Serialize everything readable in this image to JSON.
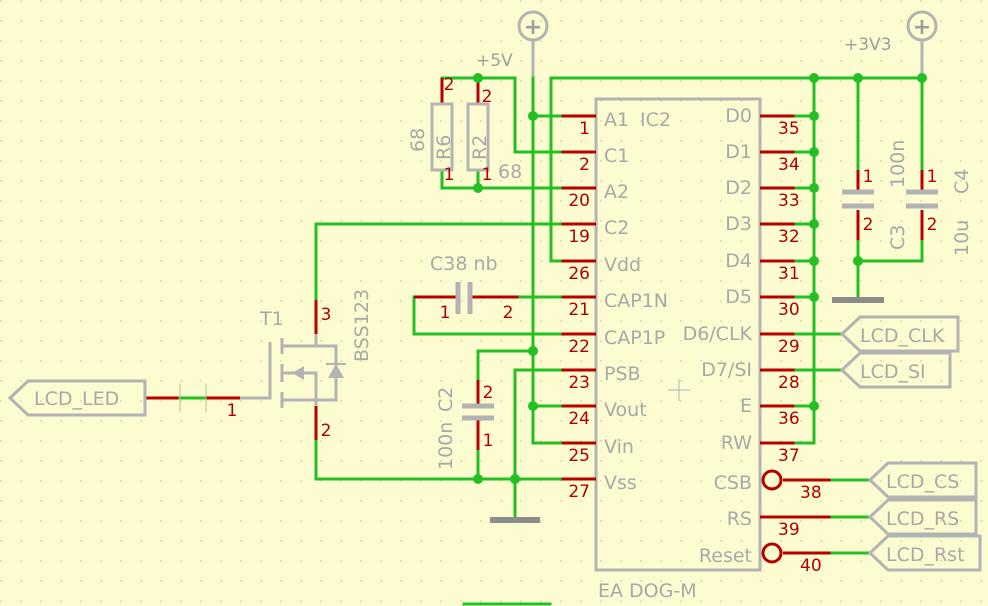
{
  "ic": {
    "ref": "IC2",
    "part": "EA DOG-M",
    "left_pins": [
      {
        "num": "1",
        "name": "A1"
      },
      {
        "num": "2",
        "name": "C1"
      },
      {
        "num": "20",
        "name": "A2"
      },
      {
        "num": "19",
        "name": "C2"
      },
      {
        "num": "26",
        "name": "Vdd"
      },
      {
        "num": "21",
        "name": "CAP1N"
      },
      {
        "num": "22",
        "name": "CAP1P"
      },
      {
        "num": "23",
        "name": "PSB"
      },
      {
        "num": "24",
        "name": "Vout"
      },
      {
        "num": "25",
        "name": "Vin"
      },
      {
        "num": "27",
        "name": "Vss"
      }
    ],
    "right_pins": [
      {
        "num": "35",
        "name": "D0"
      },
      {
        "num": "34",
        "name": "D1"
      },
      {
        "num": "33",
        "name": "D2"
      },
      {
        "num": "32",
        "name": "D3"
      },
      {
        "num": "31",
        "name": "D4"
      },
      {
        "num": "30",
        "name": "D5"
      },
      {
        "num": "29",
        "name": "D6/CLK"
      },
      {
        "num": "28",
        "name": "D7/SI"
      },
      {
        "num": "36",
        "name": "E"
      },
      {
        "num": "37",
        "name": "RW"
      },
      {
        "num": "38",
        "name": "CSB"
      },
      {
        "num": "39",
        "name": "RS"
      },
      {
        "num": "40",
        "name": "Reset"
      }
    ]
  },
  "supplies": {
    "plus5v": "+5V",
    "plus3v3": "+3V3",
    "symbol": "+"
  },
  "resistors": {
    "r6": {
      "ref": "R6",
      "value": "68",
      "pin_top": "2",
      "pin_bottom": "1"
    },
    "r2": {
      "ref": "R2",
      "value": "68",
      "pin_top": "2",
      "pin_bottom": "1"
    }
  },
  "capacitors": {
    "c38": {
      "label": "C38 nb",
      "pin_left": "1",
      "pin_right": "2"
    },
    "c2": {
      "ref": "C2",
      "value": "100n",
      "pin_top": "2",
      "pin_bottom": "1"
    },
    "c3": {
      "ref": "C3",
      "value": "100n",
      "pin_top": "1",
      "pin_bottom": "2"
    },
    "c4": {
      "ref": "C4",
      "value": "10u",
      "pin_top": "1",
      "pin_bottom": "2"
    }
  },
  "transistor": {
    "ref": "T1",
    "part": "BSS123",
    "pin_drain": "3",
    "pin_gate": "1",
    "pin_source": "2"
  },
  "ports": {
    "lcd_led": "LCD_LED",
    "lcd_clk": "LCD_CLK",
    "lcd_si": "LCD_SI",
    "lcd_cs": "LCD_CS",
    "lcd_rs": "LCD_RS",
    "lcd_rst": "LCD_Rst"
  }
}
